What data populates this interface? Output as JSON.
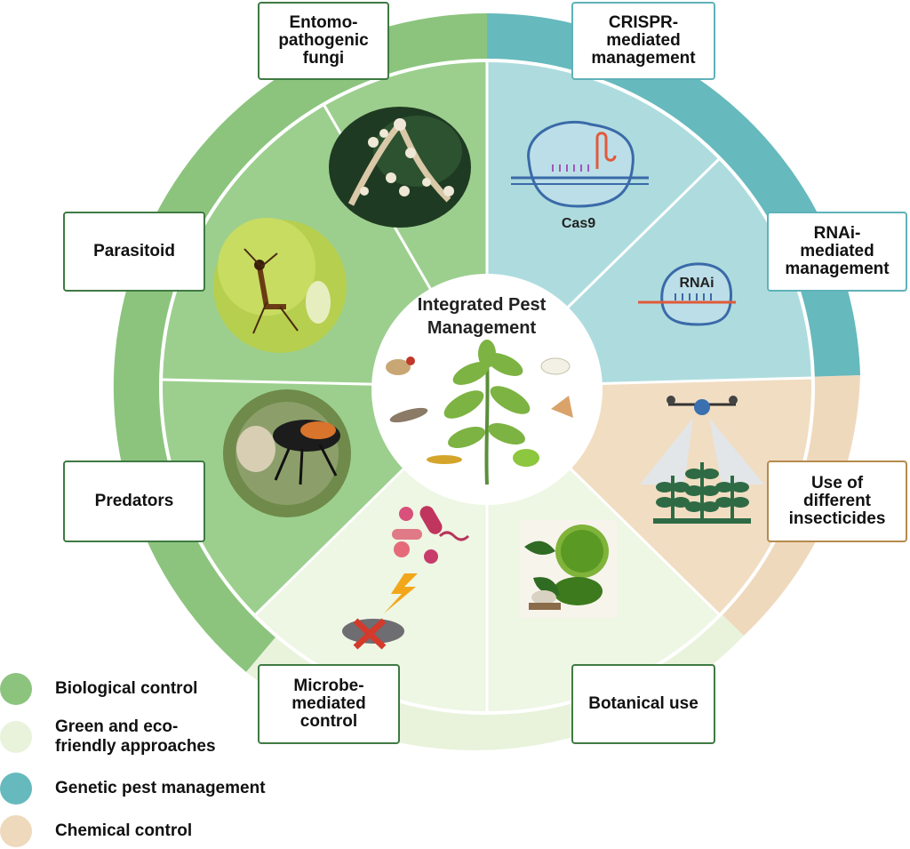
{
  "center": {
    "title": "Integrated Pest\nManagement"
  },
  "categories": {
    "biological": {
      "label": "Biological control",
      "color": "#8cc47e",
      "inner_color": "#9ccf8e"
    },
    "green": {
      "label": "Green and eco-\nfriendly approaches",
      "color": "#e9f3dc",
      "inner_color": "#eef6e4"
    },
    "genetic": {
      "label": "Genetic pest management",
      "color": "#66b9bd",
      "inner_color": "#aedcde"
    },
    "chemical": {
      "label": "Chemical control",
      "color": "#efd9bd",
      "inner_color": "#f1ddc2"
    }
  },
  "boxes": {
    "entomopathogenic_fungi": "Entomo-\npathogenic\nfungi",
    "crispr": "CRISPR-\nmediated\nmanagement",
    "parasitoid": "Parasitoid",
    "rnai": "RNAi-\nmediated\nmanagement",
    "predators": "Predators",
    "insecticides": "Use of\ndifferent\ninsecticides",
    "microbe": "Microbe-\nmediated\ncontrol",
    "botanical": "Botanical use"
  },
  "icons": {
    "cas9_label": "Cas9",
    "rnai_label": "RNAi"
  }
}
